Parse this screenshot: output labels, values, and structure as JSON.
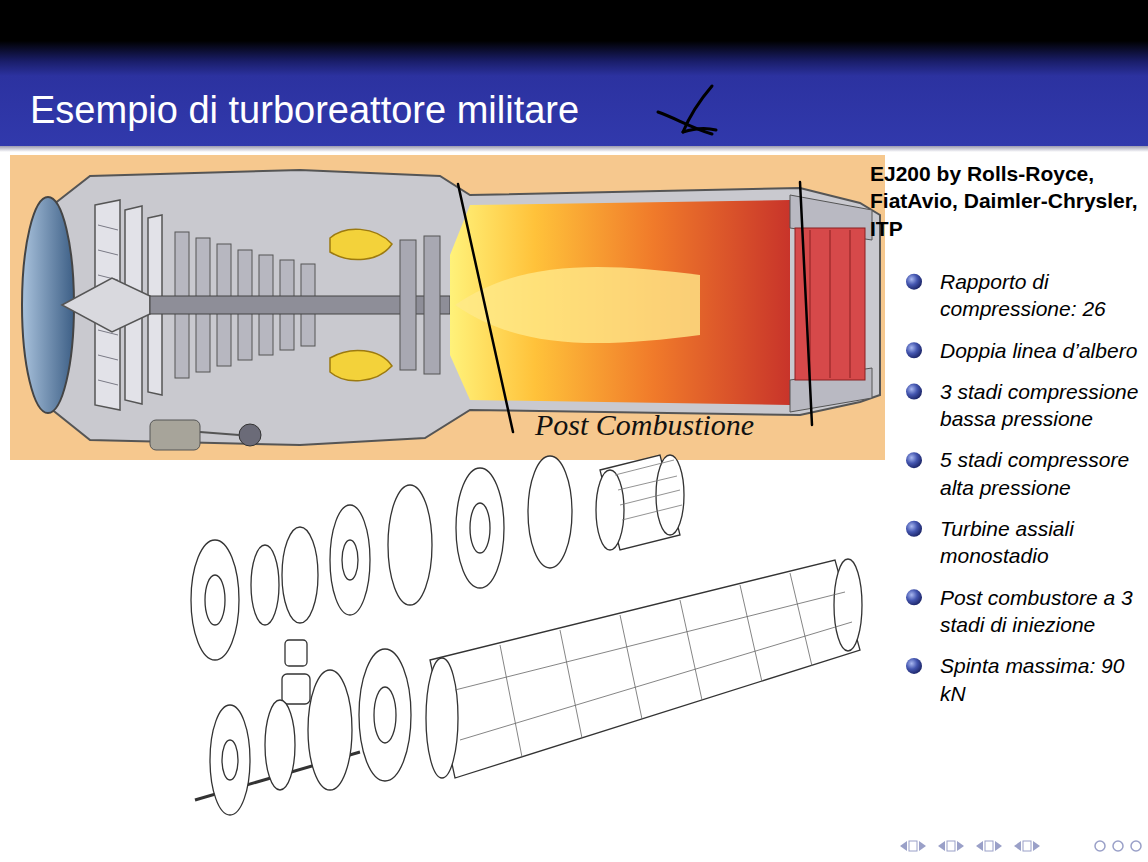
{
  "diagram": {
    "title": "Esempio di turboreattore militare",
    "labels": [
      "EJ200 by Rolls-Royce, FiatAvio, Daimler-Chrysler, ITP",
      "Rapporto di compressione: 26",
      "Doppia linea d’albero",
      "3 stadi compressione bassa pressione",
      "5 stadi compressore alta pressione",
      "Turbine assiali monostadio",
      "Post combustore a 3 stadi di iniezione",
      "Spinta massima: 90 kN",
      "Post Combustione"
    ]
  }
}
